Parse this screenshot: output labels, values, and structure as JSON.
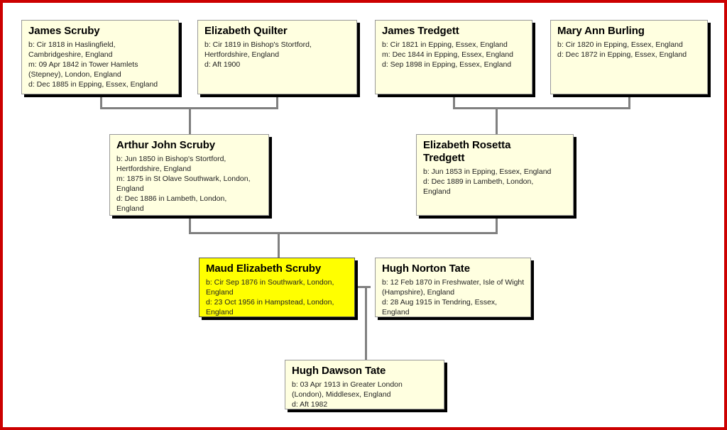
{
  "chart_data": {
    "type": "diagram",
    "title": "Family tree (pedigree chart)",
    "generations": 4
  },
  "frame": {
    "border_color": "#cc0000",
    "background": "#ffffff"
  },
  "style": {
    "box_fill": "#ffffe0",
    "box_highlight_fill": "#ffff00",
    "box_border": "#999999",
    "shadow": "#000000",
    "line_color": "#808080"
  },
  "nodes": [
    {
      "id": "james-scruby",
      "name": "James Scruby",
      "facts": [
        "b: Cir 1818 in Haslingfield,\nCambridgeshire, England",
        "m: 09 Apr 1842 in Tower Hamlets\n(Stepney), London, England",
        "d: Dec 1885 in Epping, Essex, England"
      ],
      "highlight": false
    },
    {
      "id": "elizabeth-quilter",
      "name": "Elizabeth Quilter",
      "facts": [
        "b: Cir 1819 in Bishop's Stortford,\nHertfordshire, England",
        "d: Aft 1900"
      ],
      "highlight": false
    },
    {
      "id": "james-tredgett",
      "name": "James Tredgett",
      "facts": [
        "b: Cir 1821 in Epping, Essex, England",
        "m: Dec 1844 in Epping, Essex, England",
        "d: Sep 1898 in Epping, Essex, England"
      ],
      "highlight": false
    },
    {
      "id": "mary-ann-burling",
      "name": "Mary Ann Burling",
      "facts": [
        "b: Cir 1820 in Epping, Essex, England",
        "d: Dec 1872 in Epping, Essex, England"
      ],
      "highlight": false
    },
    {
      "id": "arthur-john-scruby",
      "name": "Arthur John Scruby",
      "facts": [
        "b: Jun 1850 in Bishop's Stortford,\nHertfordshire, England",
        "m: 1875 in St Olave Southwark, London,\nEngland",
        "d: Dec 1886 in Lambeth, London,\nEngland"
      ],
      "highlight": false
    },
    {
      "id": "elizabeth-rosetta-tredgett",
      "name": "Elizabeth Rosetta Tredgett",
      "facts": [
        "b: Jun 1853 in Epping, Essex, England",
        "d: Dec 1889 in Lambeth, London,\nEngland"
      ],
      "highlight": false
    },
    {
      "id": "maud-elizabeth-scruby",
      "name": "Maud Elizabeth Scruby",
      "facts": [
        "b: Cir Sep 1876 in Southwark, London,\nEngland",
        "d: 23 Oct 1956 in Hampstead, London,\nEngland"
      ],
      "highlight": true
    },
    {
      "id": "hugh-norton-tate",
      "name": "Hugh Norton Tate",
      "facts": [
        "b: 12 Feb 1870 in Freshwater, Isle of Wight\n(Hampshire), England",
        "d: 28 Aug 1915 in Tendring, Essex,\nEngland"
      ],
      "highlight": false
    },
    {
      "id": "hugh-dawson-tate",
      "name": "Hugh Dawson Tate",
      "facts": [
        "b: 03 Apr 1913 in Greater London\n(London), Middlesex, England",
        "d: Aft 1982"
      ],
      "highlight": false
    }
  ]
}
